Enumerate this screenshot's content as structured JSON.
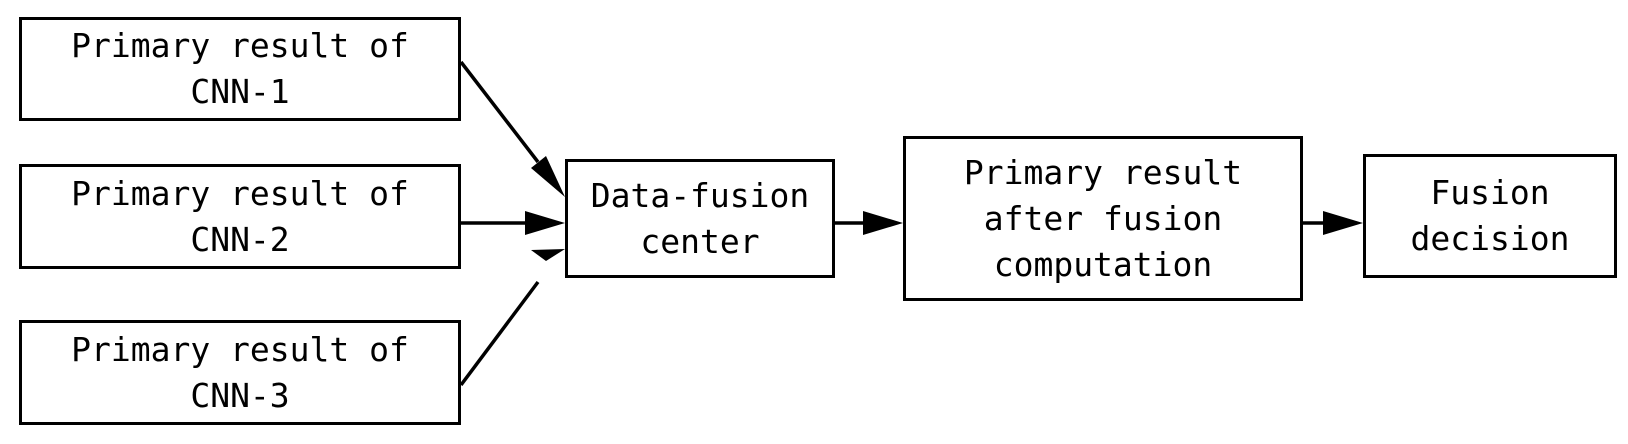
{
  "diagram": {
    "nodes": {
      "cnn1": {
        "line1": "Primary result of",
        "line2": "CNN-1"
      },
      "cnn2": {
        "line1": "Primary result of",
        "line2": "CNN-2"
      },
      "cnn3": {
        "line1": "Primary result of",
        "line2": "CNN-3"
      },
      "center": {
        "line1": "Data-fusion",
        "line2": "center"
      },
      "fused": {
        "line1": "Primary result",
        "line2": "after fusion",
        "line3": "computation"
      },
      "decision": {
        "line1": "Fusion",
        "line2": "decision"
      }
    },
    "edges": [
      {
        "from": "cnn1",
        "to": "center"
      },
      {
        "from": "cnn2",
        "to": "center"
      },
      {
        "from": "cnn3",
        "to": "center"
      },
      {
        "from": "center",
        "to": "fused"
      },
      {
        "from": "fused",
        "to": "decision"
      }
    ],
    "colors": {
      "stroke": "#000000",
      "fill": "#ffffff"
    }
  }
}
